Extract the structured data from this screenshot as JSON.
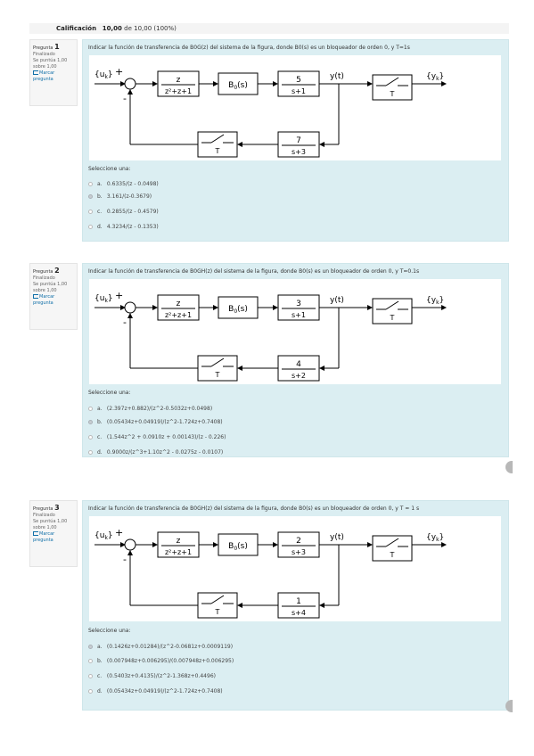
{
  "grade": {
    "label": "Calificación",
    "value": "10,00",
    "suffix": "de 10,00 (100%)"
  },
  "questions": [
    {
      "num_label": "Pregunta",
      "num": "1",
      "status": "Finalizado",
      "score": "Se puntúa 1,00 sobre 1,00",
      "flag": "Marcar pregunta",
      "text": "Indicar la función de transferencia de B0G(z) del sistema de la figura, donde B0(s) es un bloqueador de orden 0, y T=1s",
      "diagram": {
        "plant": "5",
        "plant_den": "s+1",
        "feedback": "7",
        "feedback_den": "s+3"
      },
      "select_label": "Seleccione una:",
      "options": [
        {
          "letter": "a.",
          "text": "0.6335/(z - 0.0498)",
          "checked": false
        },
        {
          "letter": "b.",
          "text": "3.161/(z-0.3679)",
          "checked": true
        },
        {
          "letter": "c.",
          "text": "0.2855/(z - 0.4579)",
          "checked": false
        },
        {
          "letter": "d.",
          "text": "4.3234/(z - 0.1353)",
          "checked": false
        }
      ]
    },
    {
      "num_label": "Pregunta",
      "num": "2",
      "status": "Finalizado",
      "score": "Se puntúa 1,00 sobre 1,00",
      "flag": "Marcar pregunta",
      "text": "Indicar la función de transferencia de B0GH(z) del sistema de la figura, donde B0(s) es un bloqueador de orden 0, y T=0.1s",
      "diagram": {
        "plant": "3",
        "plant_den": "s+1",
        "feedback": "4",
        "feedback_den": "s+2"
      },
      "select_label": "Seleccione una:",
      "options": [
        {
          "letter": "a.",
          "text": "(2.397z+0.882)/(z^2-0.5032z+0.0498)",
          "checked": false
        },
        {
          "letter": "b.",
          "text": "(0.05434z+0.04919)/(z^2-1.724z+0.7408)",
          "checked": true
        },
        {
          "letter": "c.",
          "text": "(1.544z^2 + 0.0910z + 0.00143)/(z - 0.226)",
          "checked": false
        },
        {
          "letter": "d.",
          "text": "0.9000z/(z^3+1.10z^2 - 0.0275z - 0.0107)",
          "checked": false
        }
      ]
    },
    {
      "num_label": "Pregunta",
      "num": "3",
      "status": "Finalizado",
      "score": "Se puntúa 1,00 sobre 1,00",
      "flag": "Marcar pregunta",
      "text": "Indicar la función de transferencia de B0GH(z) del sistema de la figura, donde B0(s) es un bloqueador de orden 0, y T = 1 s",
      "diagram": {
        "plant": "2",
        "plant_den": "s+3",
        "feedback": "1",
        "feedback_den": "s+4"
      },
      "select_label": "Seleccione una:",
      "options": [
        {
          "letter": "a.",
          "text": "(0.1426z+0.01284)/(z^2-0.0681z+0.0009119)",
          "checked": true
        },
        {
          "letter": "b.",
          "text": "(0.007948z+0.006295)/(0.007948z+0.006295)",
          "checked": false
        },
        {
          "letter": "c.",
          "text": "(0.5403z+0.4135)/(z^2-1.368z+0.4496)",
          "checked": false
        },
        {
          "letter": "d.",
          "text": "(0.05434z+0.04919)/(z^2-1.724z+0.7408)",
          "checked": false
        }
      ]
    }
  ],
  "diagram_common": {
    "input": "{u",
    "input_sub": "k",
    "output": "{y",
    "output_sub": "k",
    "block1_num": "z",
    "block1_den": "z²+z+1",
    "hold": "B",
    "hold_sub": "0",
    "hold_arg": "(s)",
    "plus": "+",
    "minus": "-",
    "y_label": "y(t)",
    "sampler": "T"
  }
}
